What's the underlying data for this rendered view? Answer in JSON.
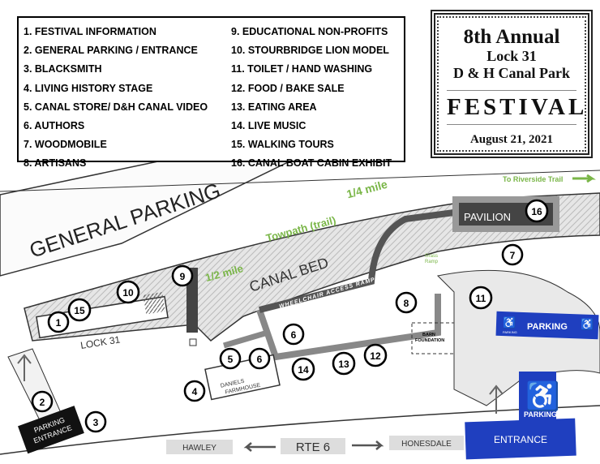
{
  "legend": {
    "items": [
      "1. FESTIVAL INFORMATION",
      "2. GENERAL PARKING / ENTRANCE",
      "3. BLACKSMITH",
      "4. LIVING HISTORY STAGE",
      "5. CANAL STORE/ D&H CANAL VIDEO",
      "6. AUTHORS",
      "7. WOODMOBILE",
      "8. ARTISANS",
      "9. EDUCATIONAL NON-PROFITS",
      "10. STOURBRIDGE LION MODEL",
      "11. TOILET / HAND WASHING",
      "12. FOOD / BAKE SALE",
      "13. EATING AREA",
      "14. LIVE MUSIC",
      "15. WALKING TOURS",
      "16. CANAL BOAT CABIN EXHIBIT"
    ]
  },
  "title": {
    "line1": "8th Annual",
    "line2": "Lock 31",
    "line3": "D & H Canal Park",
    "line4": "FESTIVAL",
    "date": "August 21, 2021"
  },
  "map": {
    "general_parking": "GENERAL PARKING",
    "to_riverside": "To Riverside Trail",
    "towpath": "Towpath (trail)",
    "half_mile": "1/2 mile",
    "quarter_mile": "1/4 mile",
    "canal_bed": "CANAL BED",
    "wheelchair_ramp": "WHEELCHAIR ACCESS RAMP",
    "pavilion": "PAVILION",
    "grass_ramp_1": "Grass",
    "grass_ramp_2": "Ramp",
    "lock": "LOCK 31",
    "farmhouse_1": "DANIELS",
    "farmhouse_2": "FARMHOUSE",
    "barn_1": "BARN",
    "barn_2": "FOUNDATION",
    "accessible_parking": "PARKING",
    "accessible_parking_small": "PARKING",
    "parking_entrance_1": "PARKING",
    "parking_entrance_2": "ENTRANCE",
    "entrance": "ENTRANCE",
    "hawley": "HAWLEY",
    "rte6": "RTE 6",
    "honesdale": "HONESDALE",
    "markers": [
      "1",
      "15",
      "10",
      "9",
      "2",
      "3",
      "4",
      "5",
      "6",
      "6",
      "14",
      "13",
      "12",
      "8",
      "11",
      "7",
      "16"
    ]
  },
  "colors": {
    "trail_green": "#7ab648",
    "accessible_blue": "#1f3fbf",
    "path_gray": "#666666"
  }
}
